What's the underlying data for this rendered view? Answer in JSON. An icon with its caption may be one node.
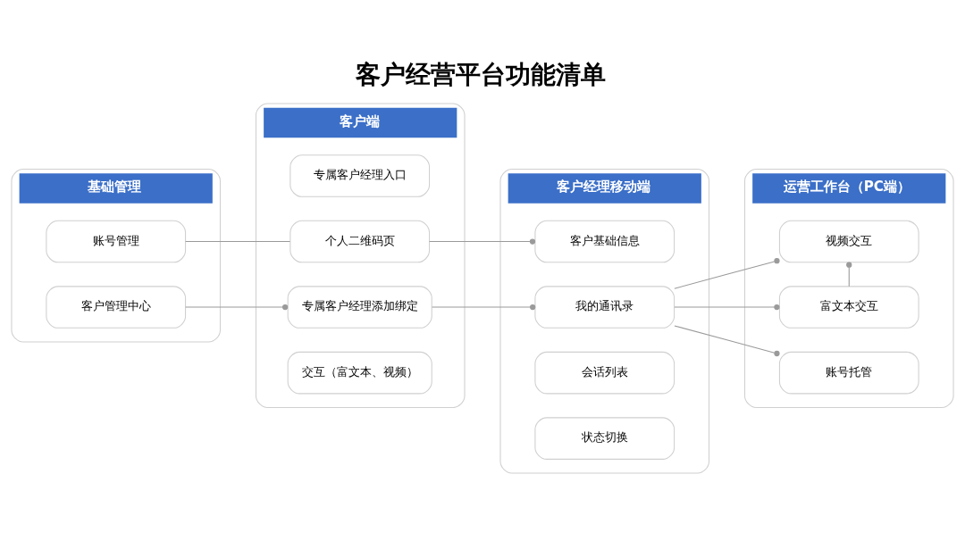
{
  "diagram": {
    "title": "客户经营平台功能清单",
    "nodes": [
      {
        "text": [
          "基础管理"
        ]
      },
      {
        "text": [
          "账号管理"
        ],
        "in": 0
      },
      {
        "text": [
          "客户管理中心"
        ],
        "in": 0
      },
      {
        "text": [
          "客户端"
        ]
      },
      {
        "text": [
          "专属客户经理入口"
        ],
        "in": 3
      },
      {
        "text": [
          "个人二维码页"
        ],
        "in": 3
      },
      {
        "text": [
          "专属客户经理添加绑定"
        ],
        "in": 3
      },
      {
        "text": [
          "交互（富文本、视频）"
        ],
        "in": 3
      },
      {
        "text": [
          "客户经理移动端"
        ]
      },
      {
        "text": [
          "客户基础信息"
        ],
        "in": 8
      },
      {
        "text": [
          "我的通讯录"
        ],
        "in": 8
      },
      {
        "text": [
          "会话列表"
        ],
        "in": 8
      },
      {
        "text": [
          "状态切换"
        ],
        "in": 8
      },
      {
        "text": [
          "运营工作台（PC端）"
        ]
      },
      {
        "text": [
          "富文本交互"
        ],
        "in": 13
      },
      {
        "text": [
          "视频交互"
        ],
        "in": 13
      },
      {
        "text": [
          "账号托管"
        ],
        "in": 13
      }
    ],
    "edges": [
      {
        "from": 1,
        "to": 5,
        "arrow": "none"
      },
      {
        "from": 2,
        "to": 6,
        "arrow": "other"
      },
      {
        "from": 5,
        "to": 9,
        "arrow": "other"
      },
      {
        "from": 6,
        "to": 10,
        "arrow": "other"
      },
      {
        "from": 10,
        "to": 14,
        "arrow": "other"
      },
      {
        "from": 10,
        "to": 15,
        "arrow": "other"
      },
      {
        "from": 10,
        "to": 16,
        "arrow": "other"
      },
      {
        "from": 14,
        "to": 15,
        "arrow": "other"
      }
    ]
  }
}
